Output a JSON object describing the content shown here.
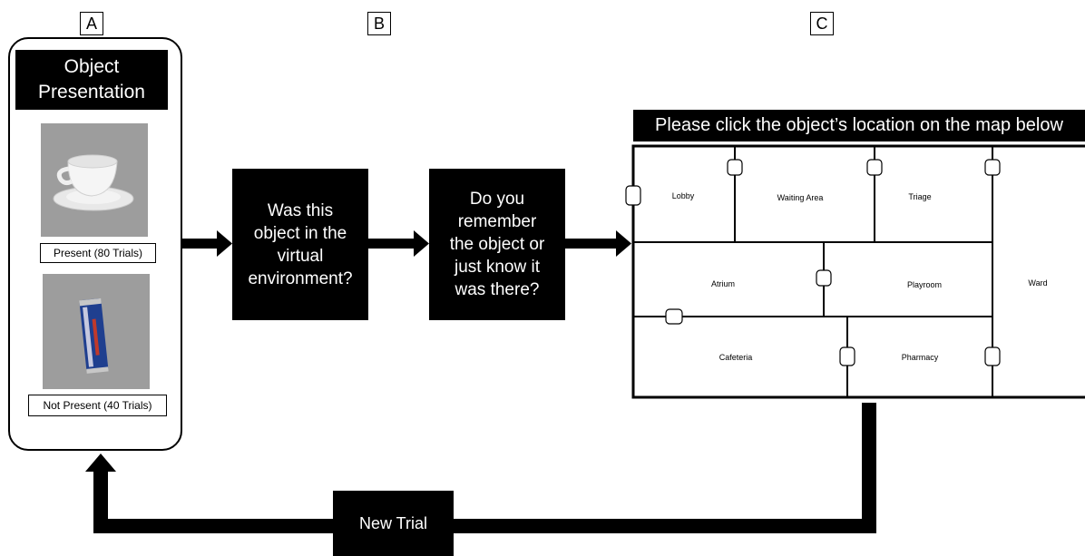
{
  "panels": {
    "a_label": "A",
    "b_label": "B",
    "c_label": "C"
  },
  "panel_a": {
    "title": "Object\nPresentation",
    "present_caption": "Present (80 Trials)",
    "not_present_caption": "Not Present (40 Trials)"
  },
  "questions": {
    "q1": "Was this\nobject in the\nvirtual\nenvironment?",
    "q2": "Do you\nremember\nthe object or\njust know it\nwas there?"
  },
  "map": {
    "instruction": "Please click the object’s location on the map below",
    "rooms": {
      "lobby": "Lobby",
      "waiting_area": "Waiting Area",
      "triage": "Triage",
      "atrium": "Atrium",
      "playroom": "Playroom",
      "ward": "Ward",
      "cafeteria": "Cafeteria",
      "pharmacy": "Pharmacy"
    }
  },
  "loop": {
    "new_trial": "New Trial"
  },
  "colors": {
    "image_background": "#9d9d9d",
    "ink": "#000000",
    "can_blue": "#1f3f8f",
    "can_red": "#c0392b"
  },
  "icons": [
    "teacup-image",
    "energy-drink-can-image"
  ]
}
